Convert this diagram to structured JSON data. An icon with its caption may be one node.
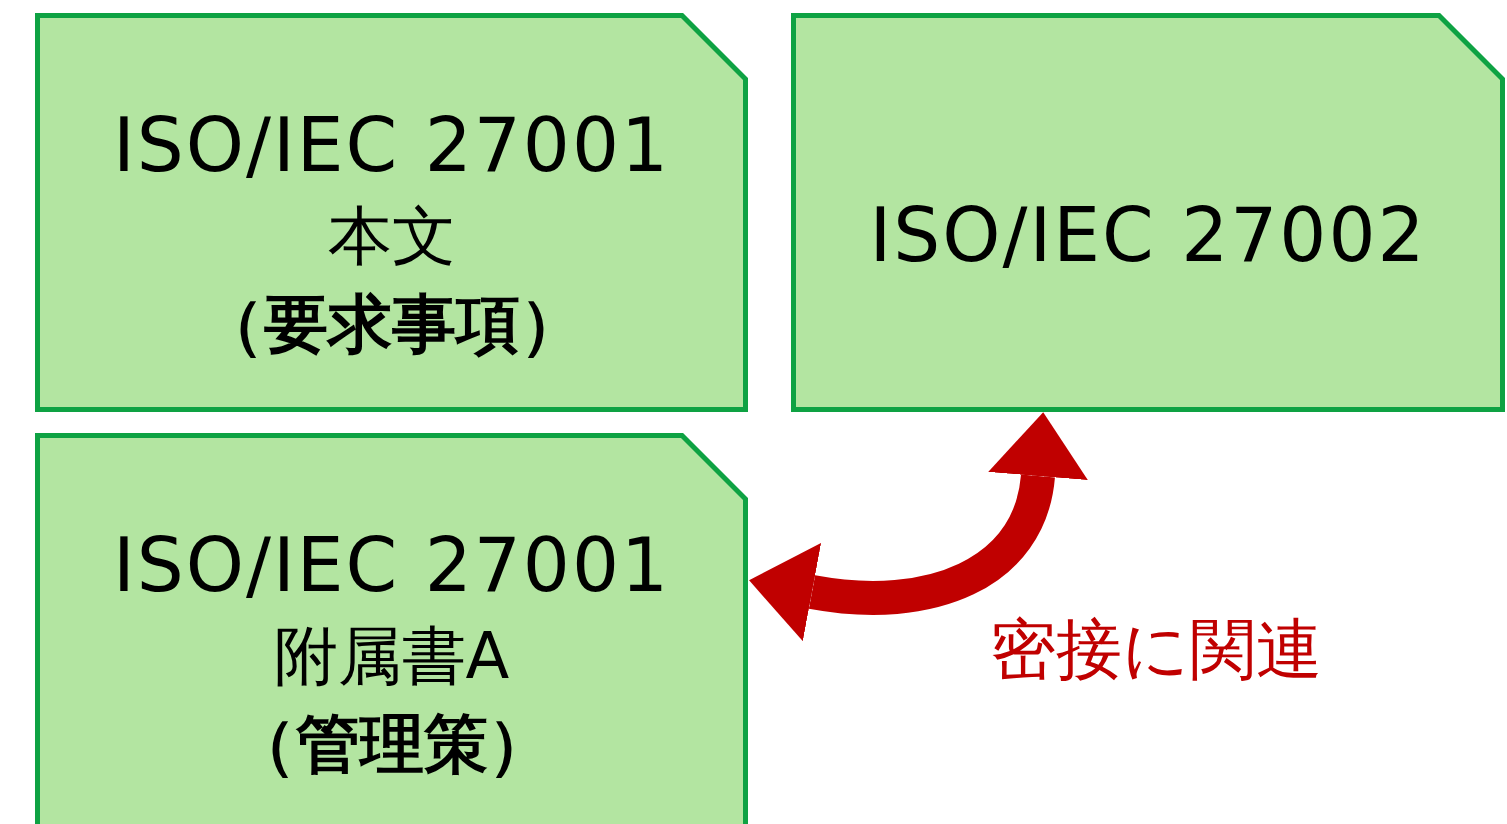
{
  "diagram": {
    "nodes": [
      {
        "text": [
          "ISO/IEC 27001",
          "本文",
          "（要求事項）"
        ]
      },
      {
        "text": [
          "ISO/IEC 27002"
        ]
      },
      {
        "text": [
          "ISO/IEC 27001",
          "附属書A",
          "（管理策）"
        ]
      }
    ],
    "edges": [
      {
        "from": 2,
        "to": 1,
        "arrow": "both",
        "color": "#c00000",
        "label": "密接に関連"
      }
    ]
  }
}
